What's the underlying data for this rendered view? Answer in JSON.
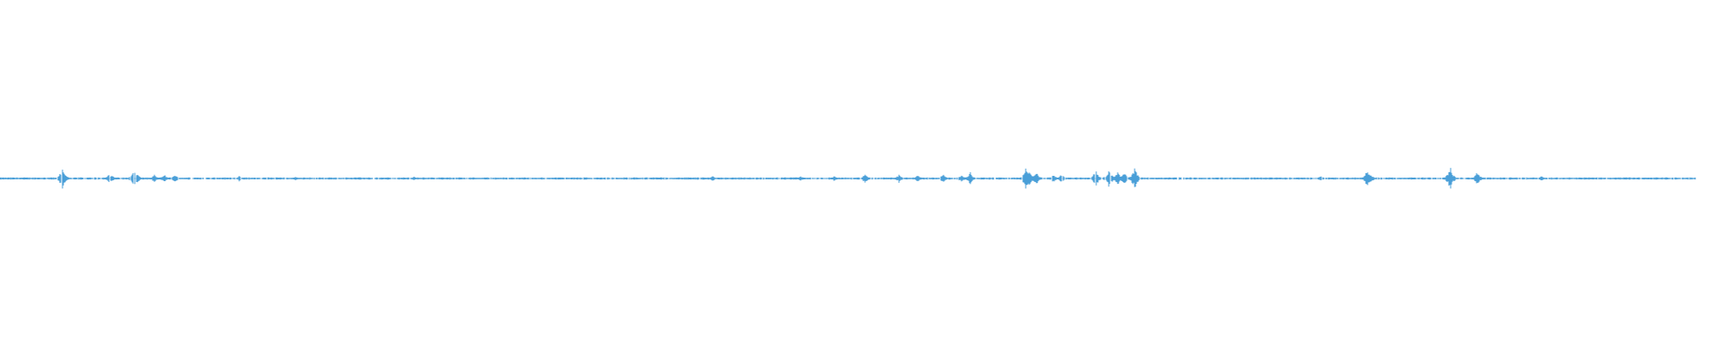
{
  "waveform": {
    "color": "#4a9fd8",
    "background": "#ffffff",
    "features": [
      {
        "t": 0.036,
        "a": 0.55
      },
      {
        "t": 0.037,
        "a": 0.75
      },
      {
        "t": 0.038,
        "a": 0.45
      },
      {
        "t": 0.064,
        "a": 0.35
      },
      {
        "t": 0.066,
        "a": 0.25
      },
      {
        "t": 0.078,
        "a": 0.4
      },
      {
        "t": 0.079,
        "a": 0.7
      },
      {
        "t": 0.081,
        "a": 0.35
      },
      {
        "t": 0.091,
        "a": 0.3
      },
      {
        "t": 0.097,
        "a": 0.3
      },
      {
        "t": 0.103,
        "a": 0.35
      },
      {
        "t": 0.141,
        "a": 0.2
      },
      {
        "t": 0.174,
        "a": 0.15
      },
      {
        "t": 0.244,
        "a": 0.15
      },
      {
        "t": 0.42,
        "a": 0.25
      },
      {
        "t": 0.472,
        "a": 0.2
      },
      {
        "t": 0.492,
        "a": 0.2
      },
      {
        "t": 0.51,
        "a": 0.35
      },
      {
        "t": 0.53,
        "a": 0.3
      },
      {
        "t": 0.541,
        "a": 0.25
      },
      {
        "t": 0.556,
        "a": 0.35
      },
      {
        "t": 0.567,
        "a": 0.3
      },
      {
        "t": 0.572,
        "a": 0.5
      },
      {
        "t": 0.605,
        "a": 0.9
      },
      {
        "t": 0.607,
        "a": 0.6
      },
      {
        "t": 0.611,
        "a": 0.55
      },
      {
        "t": 0.621,
        "a": 0.35
      },
      {
        "t": 0.626,
        "a": 0.4
      },
      {
        "t": 0.646,
        "a": 0.7
      },
      {
        "t": 0.654,
        "a": 0.75
      },
      {
        "t": 0.659,
        "a": 0.55
      },
      {
        "t": 0.663,
        "a": 0.6
      },
      {
        "t": 0.669,
        "a": 0.9
      },
      {
        "t": 0.695,
        "a": 0.2
      },
      {
        "t": 0.779,
        "a": 0.25
      },
      {
        "t": 0.806,
        "a": 0.7
      },
      {
        "t": 0.808,
        "a": 0.4
      },
      {
        "t": 0.855,
        "a": 1.0
      },
      {
        "t": 0.871,
        "a": 0.55
      },
      {
        "t": 0.909,
        "a": 0.2
      }
    ]
  }
}
